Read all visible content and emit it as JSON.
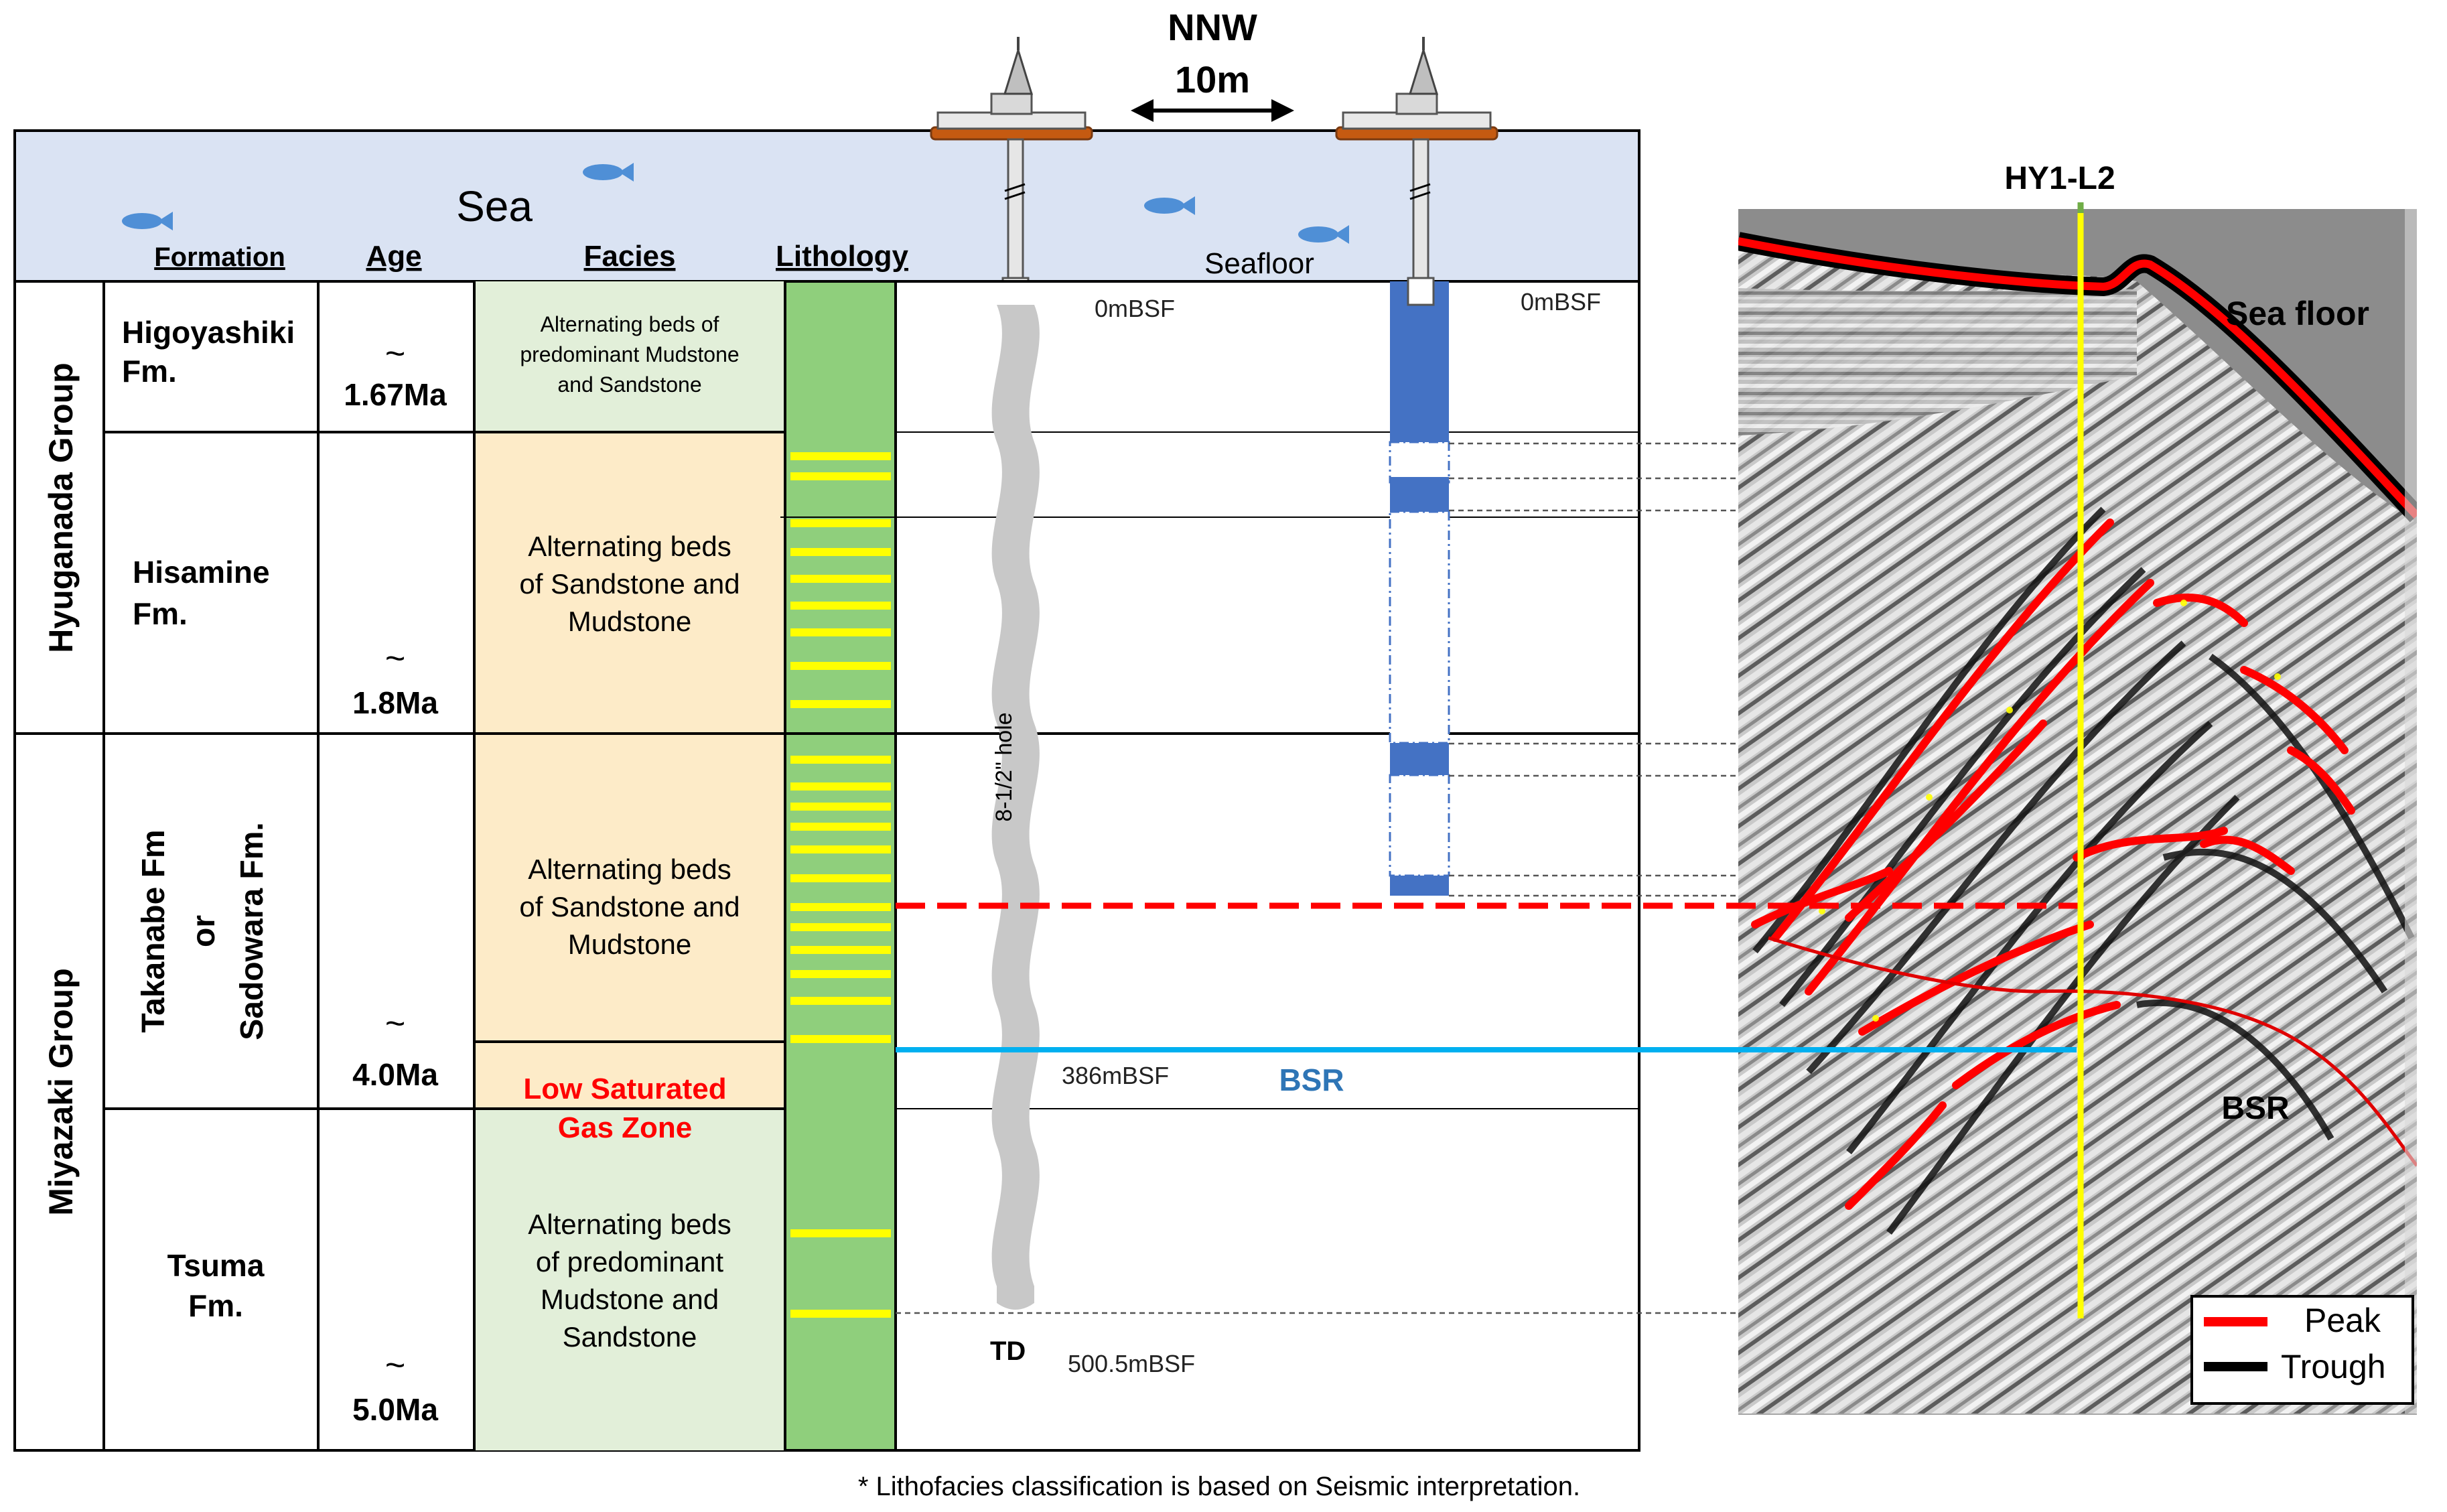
{
  "header": {
    "direction": "NNW",
    "distance": "10m"
  },
  "sea": {
    "label": "Sea",
    "seafloor_label": "Seafloor"
  },
  "columns": {
    "formation": "Formation",
    "age": "Age",
    "facies": "Facies",
    "lithology": "Lithology"
  },
  "groups": [
    {
      "name": "Hyuganada Group"
    },
    {
      "name": "Miyazaki Group"
    }
  ],
  "formations": [
    {
      "line1": "Higoyashiki",
      "line2": "Fm."
    },
    {
      "line1": "Hisamine",
      "line2": "Fm."
    },
    {
      "line1": "Takanabe Fm",
      "line2": "or",
      "line3": "Sadowara Fm."
    },
    {
      "line1": "Tsuma",
      "line2": "Fm."
    }
  ],
  "ages": [
    {
      "tilde": "~",
      "value": "1.67Ma"
    },
    {
      "tilde": "~",
      "value": "1.8Ma"
    },
    {
      "tilde": "~",
      "value": "4.0Ma"
    },
    {
      "tilde": "~",
      "value": "5.0Ma"
    }
  ],
  "facies": [
    {
      "lines": [
        "Alternating beds of",
        "predominant Mudstone",
        "and Sandstone"
      ],
      "color": "#e2efd9"
    },
    {
      "lines": [
        "Alternating beds",
        "of Sandstone and",
        "Mudstone"
      ],
      "color": "#fdebc8"
    },
    {
      "lines": [
        "Alternating beds",
        "of Sandstone and",
        "Mudstone"
      ],
      "color": "#fdebc8"
    },
    {
      "lines": [
        "Low Saturated",
        "Gas Zone"
      ],
      "color": "#fdebc8"
    },
    {
      "lines": [
        "Alternating beds",
        "of predominant",
        "Mudstone and",
        "Sandstone"
      ],
      "color": "#e2efd9"
    }
  ],
  "wells": {
    "hole_label": "8-1/2\" hole",
    "left_top_depth": "0mBSF",
    "right_top_depth": "0mBSF",
    "bsr_depth": "386mBSF",
    "td_label": "TD",
    "td_depth": "500.5mBSF",
    "bsr_label": "BSR"
  },
  "seismic": {
    "line_name": "HY1-L2",
    "sea_floor_label": "Sea floor",
    "bsr_label": "BSR",
    "legend": [
      {
        "label": "Peak",
        "color": "#ff0000"
      },
      {
        "label": "Trough",
        "color": "#000000"
      }
    ]
  },
  "footnote": "* Lithofacies classification is based on Seismic interpretation.",
  "colors": {
    "sea": "#dae3f3",
    "lithology_green": "#8fcf7c",
    "sand_yellow": "#ffff00",
    "gas_red": "#ff0000",
    "bsr_blue": "#00b0f0",
    "core_blue": "#4472c4",
    "hole_gray": "#c8c8c8",
    "fish_blue": "#4f8fd6"
  }
}
